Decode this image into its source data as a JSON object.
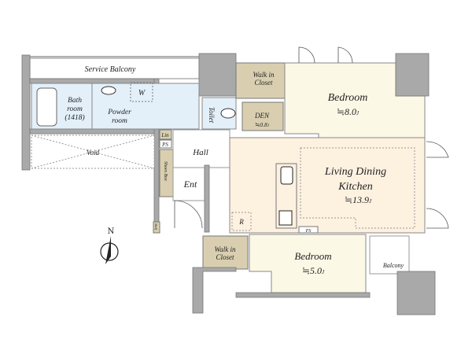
{
  "plan": {
    "rooms": {
      "service_balcony": "Service Balcony",
      "bath_room": [
        "Bath",
        "room",
        "(1418)"
      ],
      "powder_room": [
        "Powder",
        "room"
      ],
      "washer": "W",
      "toilet": "Toilet",
      "void": "Void",
      "linen": "Lin",
      "ps": "PS",
      "shoes_box": "Shoes Box",
      "hall": "Hall",
      "entrance": "Ent",
      "shelf": "Shelf",
      "walk_in_closet_top": [
        "Walk in",
        "Closet"
      ],
      "den": "DEN",
      "den_size": "≒0.8",
      "bedroom_top": "Bedroom",
      "bedroom_top_size": "≒8.0",
      "ldk": [
        "Living Dining",
        "Kitchen"
      ],
      "ldk_size": "≒13.9",
      "refrigerator": "R",
      "walk_in_closet_bottom": [
        "Walk in",
        "Closet"
      ],
      "bedroom_bottom": "Bedroom",
      "bedroom_bottom_size": "≒5.0",
      "balcony": "Balcony",
      "unit": "J"
    },
    "compass": "N",
    "colors": {
      "wet": "#e3f0fa",
      "storage": "#d9cfb0",
      "bedroom": "#fcf8e6",
      "ldk": "#fdf1e0",
      "wall": "#a9a9a9"
    }
  }
}
